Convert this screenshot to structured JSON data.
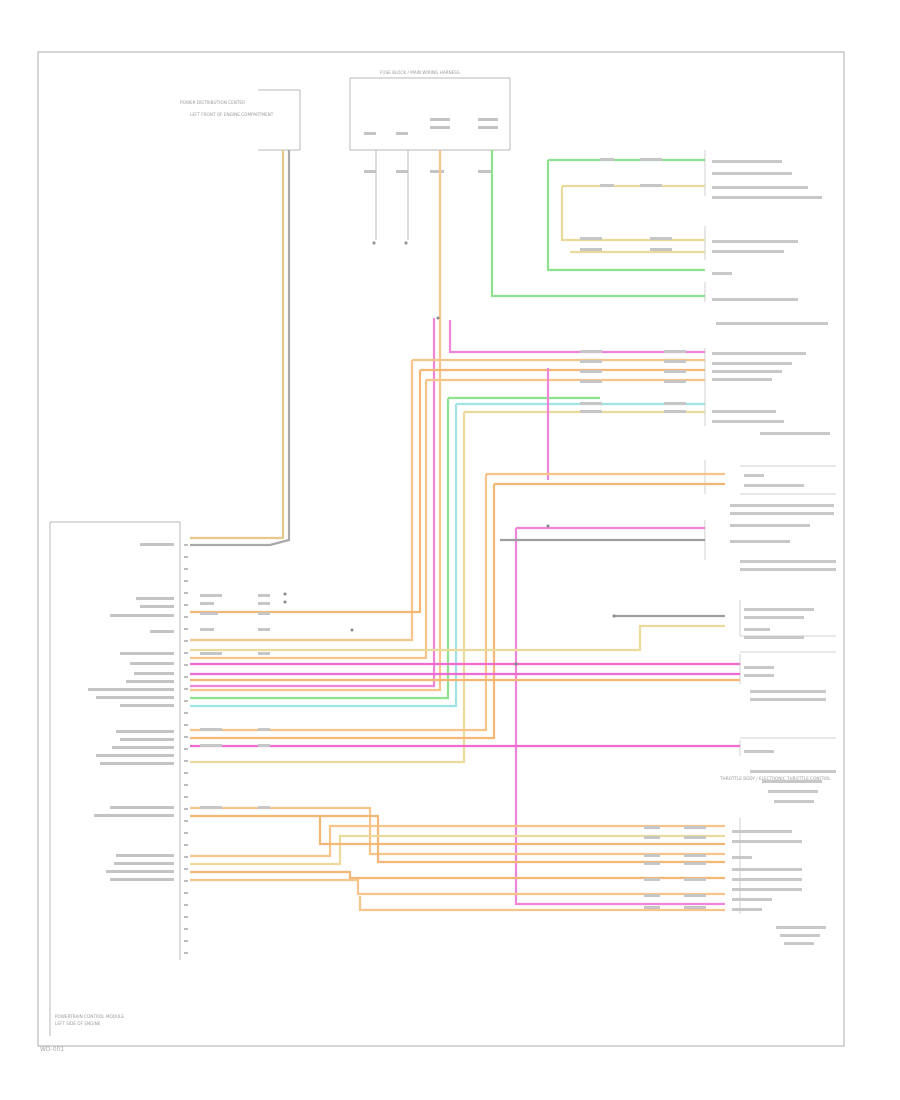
{
  "diagram": {
    "module_label": "POWERTRAIN CONTROL MODULE",
    "module_sub": "LEFT SIDE OF ENGINE",
    "fuse_label": "POWER DISTRIBUTION CENTER",
    "fuse_sub": "LEFT FRONT OF ENGINE COMPARTMENT",
    "top_connector_label": "FUSE BLOCK / MAIN WIRING HARNESS",
    "sensor_label": "THROTTLE BODY / ELECTRONIC THROTTLE CONTROL",
    "footer": "WD-001",
    "colors": {
      "orange": "#f7c48a",
      "orange2": "#f5b775",
      "pink": "#ef85d8",
      "magenta": "#f06ad0",
      "green": "#8ee28f",
      "teal": "#9fe4e2",
      "yellow": "#ecd99c",
      "gray": "#9e9e9e",
      "border": "#b9b9b9"
    }
  }
}
